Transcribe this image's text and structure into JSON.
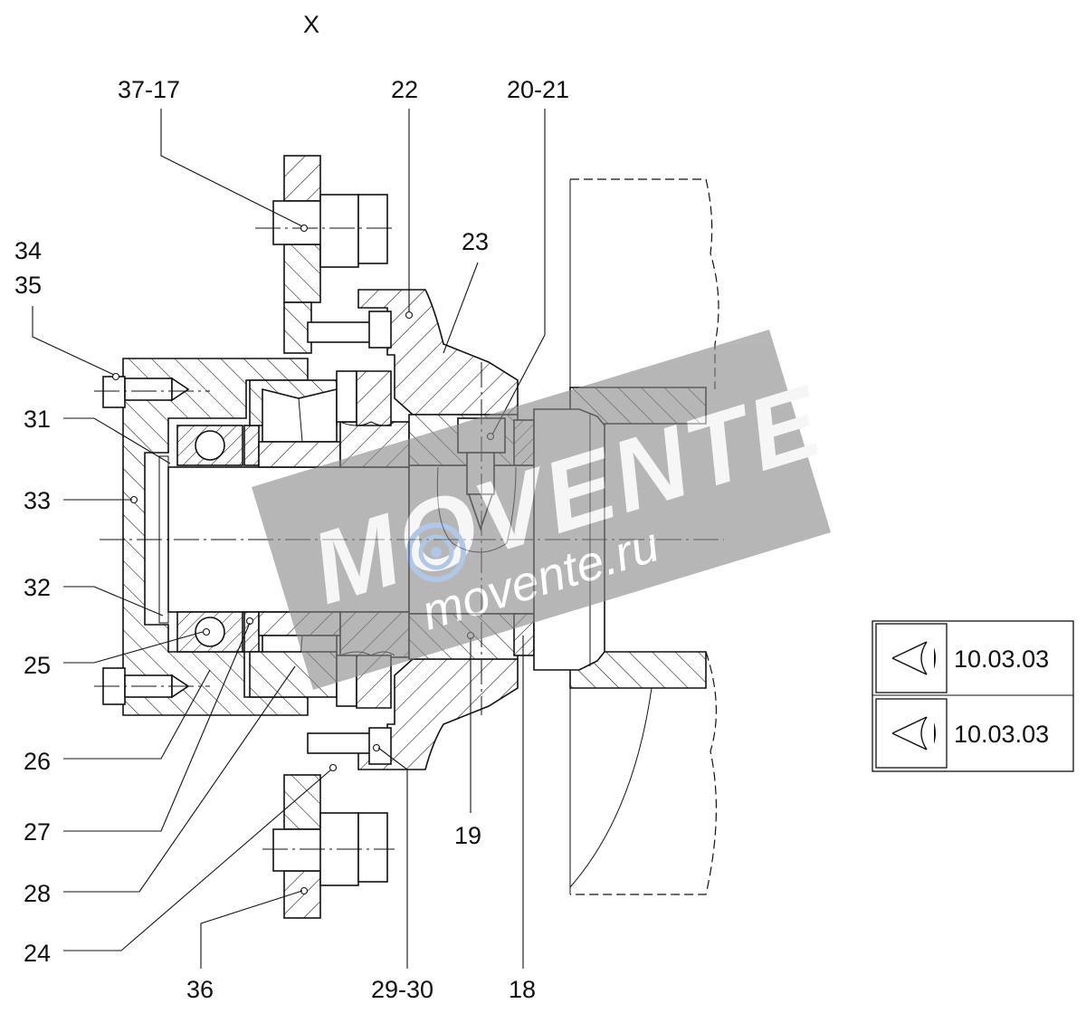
{
  "view_label": "X",
  "callouts": {
    "c37_17": "37-17",
    "c22": "22",
    "c20_21": "20-21",
    "c23": "23",
    "c34": "34",
    "c35": "35",
    "c31": "31",
    "c33": "33",
    "c32": "32",
    "c25": "25",
    "c26": "26",
    "c27": "27",
    "c28": "28",
    "c24": "24",
    "c36": "36",
    "c29_30": "29-30",
    "c19": "19",
    "c18": "18"
  },
  "references": [
    {
      "icon": "eye-view-icon",
      "code": "10.03.03"
    },
    {
      "icon": "eye-view-icon",
      "code": "10.03.03"
    }
  ],
  "watermark": {
    "brand": "MOVENTE",
    "site": "movente.ru",
    "color": "#8a8a8a",
    "accent": "#7fa7d6"
  }
}
